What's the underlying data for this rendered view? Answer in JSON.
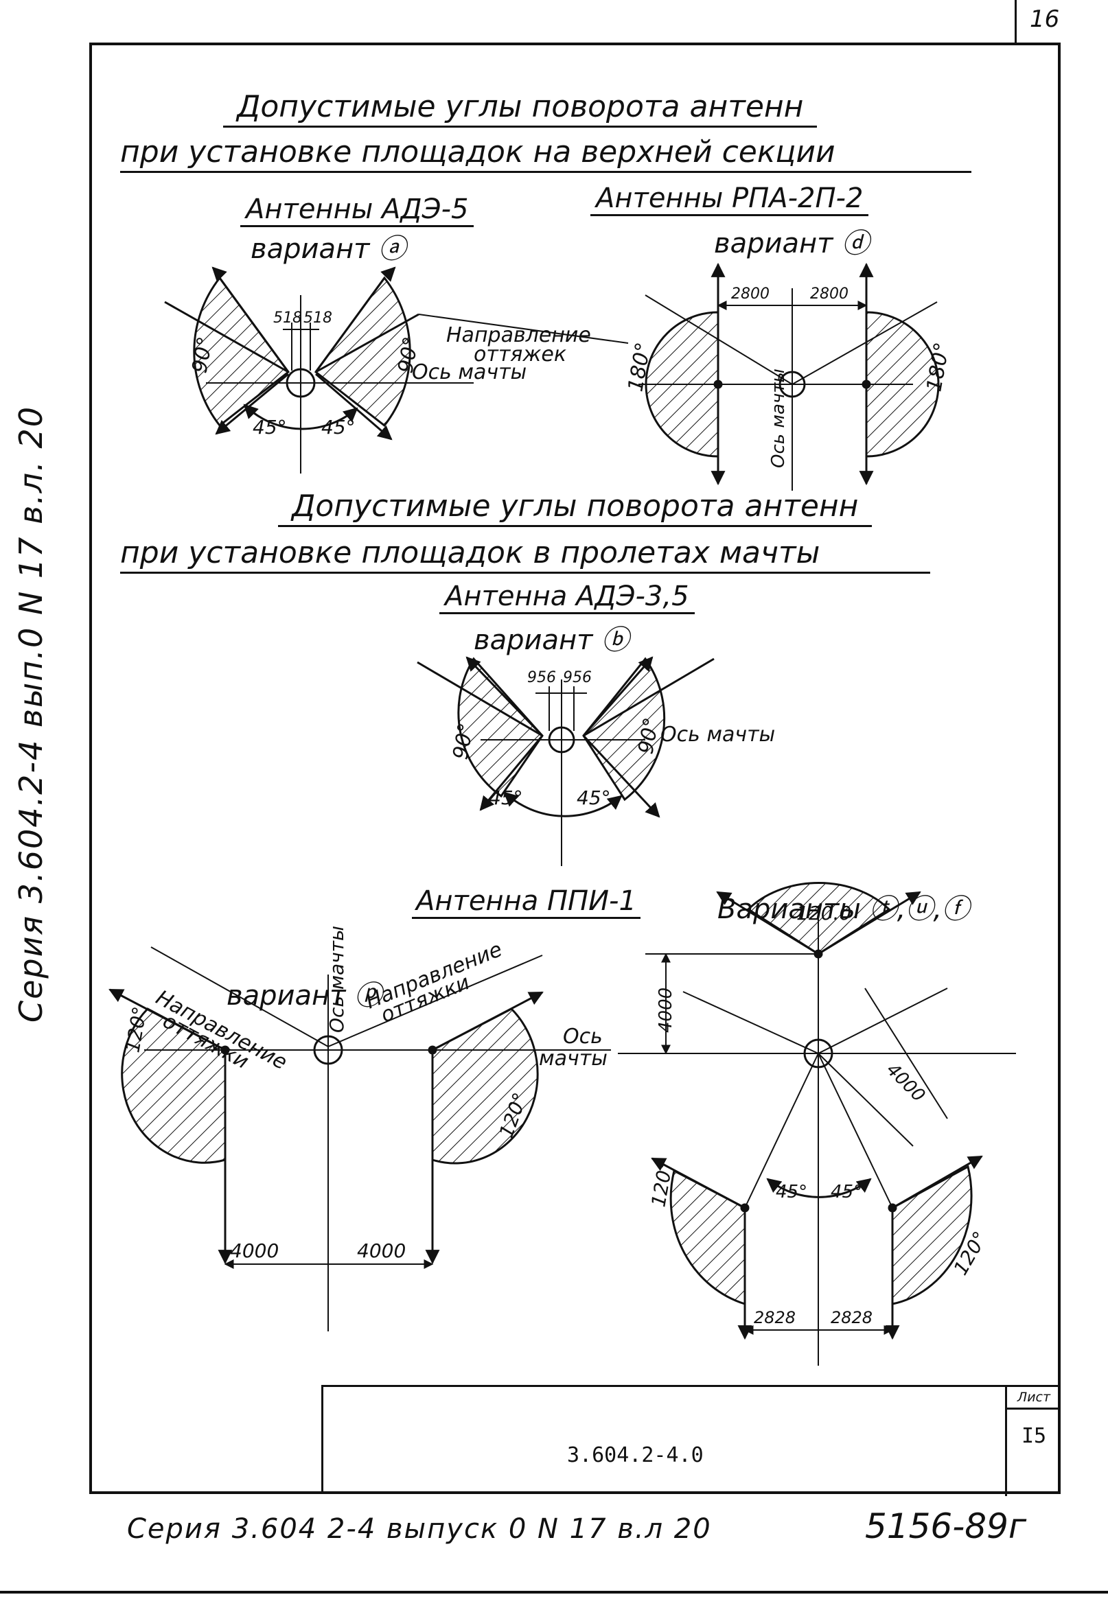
{
  "sheet_number_top": "16",
  "titles": {
    "top_line1": "Допустимые углы поворота антенн",
    "top_line2": "при установке площадок на верхней секции",
    "mid_line1": "Допустимые углы поворота антенн",
    "mid_line2": "при установке площадок в пролетах мачты"
  },
  "fig_a": {
    "title": "Антенны АДЭ-5",
    "variant": "вариант ⓐ",
    "dim_left": "518",
    "dim_right": "518",
    "angle_left": "90°",
    "angle_right": "90°",
    "angle_bl": "45°",
    "angle_br": "45°",
    "guy_label_1": "Направление",
    "guy_label_2": "оттяжек",
    "axis_label": "Ось мачты"
  },
  "fig_d": {
    "title": "Антенны РПА-2П-2",
    "variant": "вариант ⓓ",
    "dim_left": "2800",
    "dim_right": "2800",
    "angle_left": "180°",
    "angle_right": "180°",
    "axis_label": "Ось мачты"
  },
  "fig_b": {
    "title": "Антенна АДЭ-3,5",
    "variant": "вариант ⓑ",
    "dim_left": "956",
    "dim_right": "956",
    "angle_left": "90°",
    "angle_right": "90°",
    "angle_bl": "45°",
    "angle_br": "45°",
    "axis_label": "Ось мачты"
  },
  "fig_ppi": {
    "title": "Антенна ППИ-1",
    "variants": "Варианты ⓣ,ⓤ,ⓕ"
  },
  "fig_p": {
    "variant": "вариант ⓟ",
    "guy_label_left_1": "Направление",
    "guy_label_left_2": "оттяжки",
    "guy_label_right_1": "Направление",
    "guy_label_right_2": "оттяжки",
    "axis_vertical": "Ось мачты",
    "axis_h_1": "Ось",
    "axis_h_2": "мачты",
    "angle_left": "120°",
    "angle_right": "120°",
    "dim_left": "4000",
    "dim_right": "4000"
  },
  "fig_tuf": {
    "angle_top": "120.0",
    "dim_vertical": "4000",
    "dim_diag": "4000",
    "angle_left": "120°",
    "angle_right": "120°",
    "angle_bl": "45°",
    "angle_br": "45°",
    "dim_left": "2828",
    "dim_right": "2828"
  },
  "stamp": {
    "code": "3.604.2-4.0",
    "sheet_label": "Лист",
    "sheet_no": "I5"
  },
  "side_note": "Серия 3.604.2-4 вып.0 N 17 в.л. 20",
  "bottom_note": "Серия 3.604 2-4 выпуск 0 N 17 в.л 20",
  "archive_no": "5156-89г"
}
